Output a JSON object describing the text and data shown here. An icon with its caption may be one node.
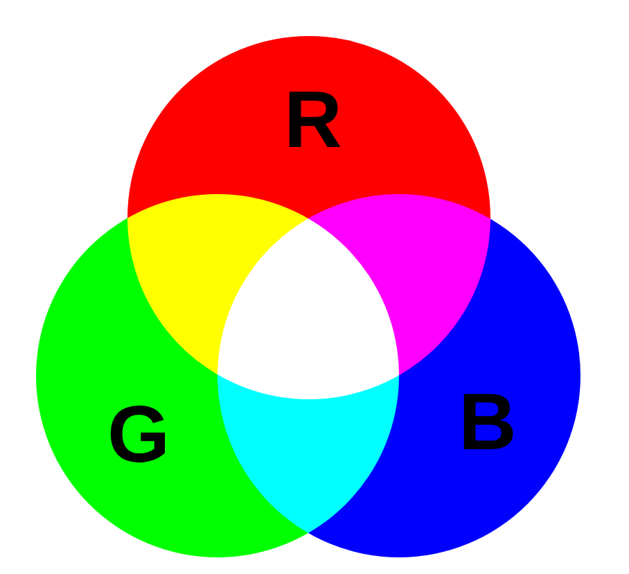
{
  "diagram": {
    "nodes": [
      {
        "text": [
          "R"
        ]
      },
      {
        "text": [
          "G"
        ]
      },
      {
        "text": [
          "B"
        ]
      }
    ]
  }
}
